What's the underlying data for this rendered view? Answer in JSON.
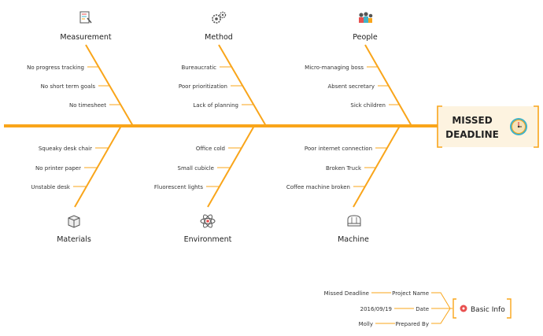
{
  "colors": {
    "accent": "#F9A51A",
    "head_bg": "#FDF3E0",
    "red": "#E8504F"
  },
  "head": {
    "line1": "MISSED",
    "line2": "DEADLINE",
    "icon": "clock-icon"
  },
  "categories": [
    {
      "id": "measurement",
      "label": "Measurement",
      "icon": "checklist-icon",
      "causes": [
        "No progress tracking",
        "No short term goals",
        "No timesheet"
      ]
    },
    {
      "id": "method",
      "label": "Method",
      "icon": "gears-icon",
      "causes": [
        "Bureaucratic",
        "Poor prioritization",
        "Lack of planning"
      ]
    },
    {
      "id": "people",
      "label": "People",
      "icon": "people-icon",
      "causes": [
        "Micro-managing boss",
        "Absent secretary",
        "Sick children"
      ]
    },
    {
      "id": "materials",
      "label": "Materials",
      "icon": "box-icon",
      "causes": [
        "Squeaky desk chair",
        "No printer paper",
        "Unstable desk"
      ]
    },
    {
      "id": "environment",
      "label": "Environment",
      "icon": "atom-icon",
      "causes": [
        "Office cold",
        "Small cubicle",
        "Fluorescent lights"
      ]
    },
    {
      "id": "machine",
      "label": "Machine",
      "icon": "machine-icon",
      "causes": [
        "Poor internet connection",
        "Broken Truck",
        "Coffee machine broken"
      ]
    }
  ],
  "basic_info": {
    "title": "Basic Info",
    "rows": [
      {
        "label": "Project Name",
        "value": "Missed Deadline"
      },
      {
        "label": "Date",
        "value": "2016/09/19"
      },
      {
        "label": "Prepared By",
        "value": "Molly"
      }
    ]
  }
}
